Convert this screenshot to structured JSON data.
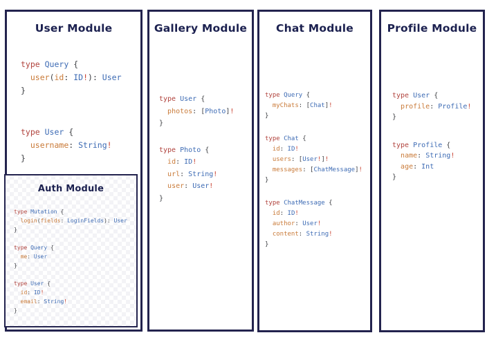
{
  "colors": {
    "border": "#23234e",
    "heading": "#1c2150",
    "keyword": "#b0423c",
    "type_name": "#3d6bb4",
    "field": "#c97a38",
    "bang": "#c8402f",
    "punct": "#3f4145"
  },
  "panels": [
    {
      "title": "User Module",
      "blocks": [
        [
          [
            [
              "kw",
              "type "
            ],
            [
              "ty",
              "Query "
            ],
            [
              "pn",
              "{"
            ]
          ],
          [
            [
              "pn",
              "  "
            ],
            [
              "fld",
              "user"
            ],
            [
              "pn",
              "("
            ],
            [
              "fld",
              "id"
            ],
            [
              "pn",
              ": "
            ],
            [
              "ty",
              "ID"
            ],
            [
              "ex",
              "!"
            ],
            [
              "pn",
              "): "
            ],
            [
              "ty",
              "User"
            ]
          ],
          [
            [
              "pn",
              "}"
            ]
          ]
        ],
        [
          [
            [
              "kw",
              "type "
            ],
            [
              "ty",
              "User "
            ],
            [
              "pn",
              "{"
            ]
          ],
          [
            [
              "pn",
              "  "
            ],
            [
              "fld",
              "username"
            ],
            [
              "pn",
              ": "
            ],
            [
              "ty",
              "String"
            ],
            [
              "ex",
              "!"
            ]
          ],
          [
            [
              "pn",
              "}"
            ]
          ]
        ]
      ],
      "submodule": {
        "title": "Auth Module",
        "blocks": [
          [
            [
              [
                "kw",
                "type "
              ],
              [
                "ty",
                "Mutation "
              ],
              [
                "pn",
                "{"
              ]
            ],
            [
              [
                "pn",
                "  "
              ],
              [
                "fld",
                "login"
              ],
              [
                "pn",
                "("
              ],
              [
                "fld",
                "fields"
              ],
              [
                "pn",
                ": "
              ],
              [
                "ty",
                "LoginFields"
              ],
              [
                "pn",
                "): "
              ],
              [
                "ty",
                "User"
              ]
            ],
            [
              [
                "pn",
                "}"
              ]
            ]
          ],
          [
            [
              [
                "kw",
                "type "
              ],
              [
                "ty",
                "Query "
              ],
              [
                "pn",
                "{"
              ]
            ],
            [
              [
                "pn",
                "  "
              ],
              [
                "fld",
                "me"
              ],
              [
                "pn",
                ": "
              ],
              [
                "ty",
                "User"
              ]
            ],
            [
              [
                "pn",
                "}"
              ]
            ]
          ],
          [
            [
              [
                "kw",
                "type "
              ],
              [
                "ty",
                "User "
              ],
              [
                "pn",
                "{"
              ]
            ],
            [
              [
                "pn",
                "  "
              ],
              [
                "fld",
                "id"
              ],
              [
                "pn",
                ": "
              ],
              [
                "ty",
                "ID"
              ],
              [
                "ex",
                "!"
              ]
            ],
            [
              [
                "pn",
                "  "
              ],
              [
                "fld",
                "email"
              ],
              [
                "pn",
                ": "
              ],
              [
                "ty",
                "String"
              ],
              [
                "ex",
                "!"
              ]
            ],
            [
              [
                "pn",
                "}"
              ]
            ]
          ]
        ]
      }
    },
    {
      "title": "Gallery Module",
      "blocks": [
        [
          [
            [
              "kw",
              "type "
            ],
            [
              "ty",
              "User "
            ],
            [
              "pn",
              "{"
            ]
          ],
          [
            [
              "pn",
              "  "
            ],
            [
              "fld",
              "photos"
            ],
            [
              "pn",
              ": ["
            ],
            [
              "ty",
              "Photo"
            ],
            [
              "pn",
              "]"
            ],
            [
              "ex",
              "!"
            ]
          ],
          [
            [
              "pn",
              "}"
            ]
          ]
        ],
        [
          [
            [
              "kw",
              "type "
            ],
            [
              "ty",
              "Photo "
            ],
            [
              "pn",
              "{"
            ]
          ],
          [
            [
              "pn",
              "  "
            ],
            [
              "fld",
              "id"
            ],
            [
              "pn",
              ": "
            ],
            [
              "ty",
              "ID"
            ],
            [
              "ex",
              "!"
            ]
          ],
          [
            [
              "pn",
              "  "
            ],
            [
              "fld",
              "url"
            ],
            [
              "pn",
              ": "
            ],
            [
              "ty",
              "String"
            ],
            [
              "ex",
              "!"
            ]
          ],
          [
            [
              "pn",
              "  "
            ],
            [
              "fld",
              "user"
            ],
            [
              "pn",
              ": "
            ],
            [
              "ty",
              "User"
            ],
            [
              "ex",
              "!"
            ]
          ],
          [
            [
              "pn",
              "}"
            ]
          ]
        ]
      ]
    },
    {
      "title": "Chat Module",
      "blocks": [
        [
          [
            [
              "kw",
              "type "
            ],
            [
              "ty",
              "Query "
            ],
            [
              "pn",
              "{"
            ]
          ],
          [
            [
              "pn",
              "  "
            ],
            [
              "fld",
              "myChats"
            ],
            [
              "pn",
              ": ["
            ],
            [
              "ty",
              "Chat"
            ],
            [
              "pn",
              "]"
            ],
            [
              "ex",
              "!"
            ]
          ],
          [
            [
              "pn",
              "}"
            ]
          ]
        ],
        [
          [
            [
              "kw",
              "type "
            ],
            [
              "ty",
              "Chat "
            ],
            [
              "pn",
              "{"
            ]
          ],
          [
            [
              "pn",
              "  "
            ],
            [
              "fld",
              "id"
            ],
            [
              "pn",
              ": "
            ],
            [
              "ty",
              "ID"
            ],
            [
              "ex",
              "!"
            ]
          ],
          [
            [
              "pn",
              "  "
            ],
            [
              "fld",
              "users"
            ],
            [
              "pn",
              ": ["
            ],
            [
              "ty",
              "User"
            ],
            [
              "ex",
              "!"
            ],
            [
              "pn",
              "]"
            ],
            [
              "ex",
              "!"
            ]
          ],
          [
            [
              "pn",
              "  "
            ],
            [
              "fld",
              "messages"
            ],
            [
              "pn",
              ": ["
            ],
            [
              "ty",
              "ChatMessage"
            ],
            [
              "pn",
              "]"
            ],
            [
              "ex",
              "!"
            ]
          ],
          [
            [
              "pn",
              "}"
            ]
          ]
        ],
        [
          [
            [
              "kw",
              "type "
            ],
            [
              "ty",
              "ChatMessage "
            ],
            [
              "pn",
              "{"
            ]
          ],
          [
            [
              "pn",
              "  "
            ],
            [
              "fld",
              "id"
            ],
            [
              "pn",
              ": "
            ],
            [
              "ty",
              "ID"
            ],
            [
              "ex",
              "!"
            ]
          ],
          [
            [
              "pn",
              "  "
            ],
            [
              "fld",
              "author"
            ],
            [
              "pn",
              ": "
            ],
            [
              "ty",
              "User"
            ],
            [
              "ex",
              "!"
            ]
          ],
          [
            [
              "pn",
              "  "
            ],
            [
              "fld",
              "content"
            ],
            [
              "pn",
              ": "
            ],
            [
              "ty",
              "String"
            ],
            [
              "ex",
              "!"
            ]
          ],
          [
            [
              "pn",
              "}"
            ]
          ]
        ]
      ]
    },
    {
      "title": "Profile Module",
      "blocks": [
        [
          [
            [
              "kw",
              "type "
            ],
            [
              "ty",
              "User "
            ],
            [
              "pn",
              "{"
            ]
          ],
          [
            [
              "pn",
              "  "
            ],
            [
              "fld",
              "profile"
            ],
            [
              "pn",
              ": "
            ],
            [
              "ty",
              "Profile"
            ],
            [
              "ex",
              "!"
            ]
          ],
          [
            [
              "pn",
              "}"
            ]
          ]
        ],
        [
          [
            [
              "kw",
              "type "
            ],
            [
              "ty",
              "Profile "
            ],
            [
              "pn",
              "{"
            ]
          ],
          [
            [
              "pn",
              "  "
            ],
            [
              "fld",
              "name"
            ],
            [
              "pn",
              ": "
            ],
            [
              "ty",
              "String"
            ],
            [
              "ex",
              "!"
            ]
          ],
          [
            [
              "pn",
              "  "
            ],
            [
              "fld",
              "age"
            ],
            [
              "pn",
              ": "
            ],
            [
              "ty",
              "Int"
            ]
          ],
          [
            [
              "pn",
              "}"
            ]
          ]
        ]
      ]
    }
  ]
}
